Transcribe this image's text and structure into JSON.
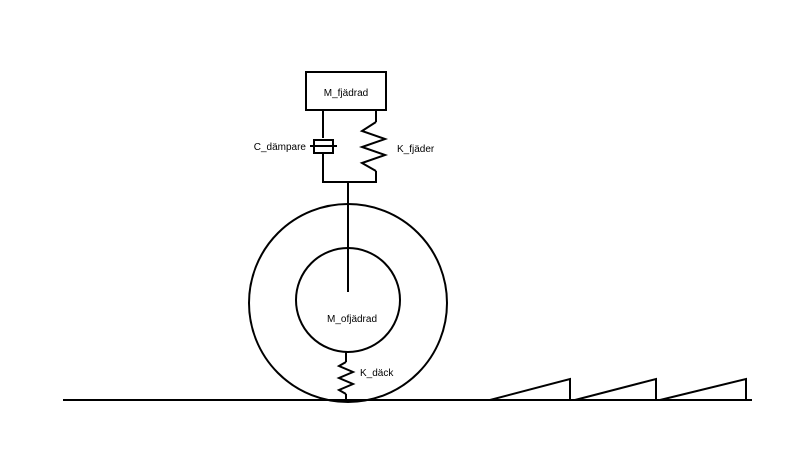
{
  "labels": {
    "sprung_mass": "M_fjädrad",
    "damper": "C_dämpare",
    "spring": "K_fjäder",
    "unsprung_mass": "M_ofjädrad",
    "tire_stiffness": "K_däck"
  },
  "colors": {
    "line": "#000000",
    "background": "#ffffff"
  }
}
